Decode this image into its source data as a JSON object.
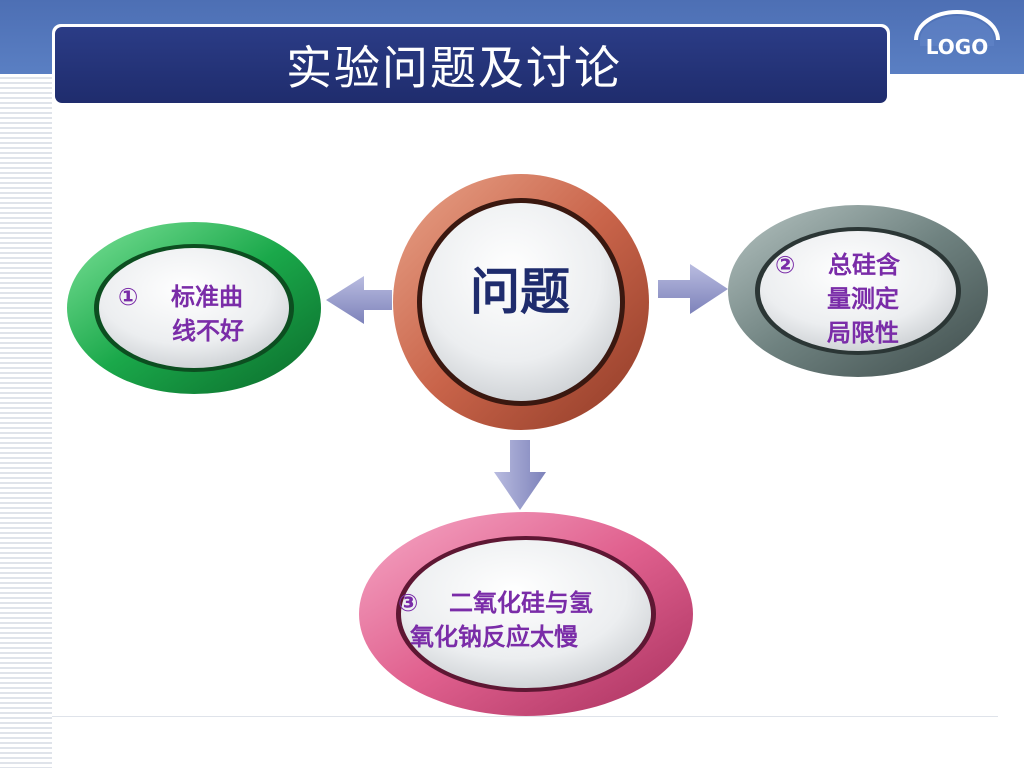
{
  "slide": {
    "title": "实验问题及讨论",
    "logo": "LOGO"
  },
  "diagram": {
    "center": "问题",
    "items": [
      {
        "marker": "①",
        "line1": "标准曲",
        "line2": "线不好"
      },
      {
        "marker": "②",
        "line1": "总硅含",
        "line2": "量测定",
        "line3": "局限性"
      },
      {
        "marker": "③",
        "line1": "二氧化硅与氢",
        "line2": "氧化钠反应太慢"
      }
    ]
  },
  "colors": {
    "title_bar": "#1f2c6d",
    "top_band": "#4d6fb4",
    "center_ring": "#c9644a",
    "item1_ring": "#1aa84a",
    "item2_ring": "#6f8280",
    "item3_ring": "#e0608e",
    "arrow": "#8b90c4",
    "label_text": "#7a2ca8"
  }
}
